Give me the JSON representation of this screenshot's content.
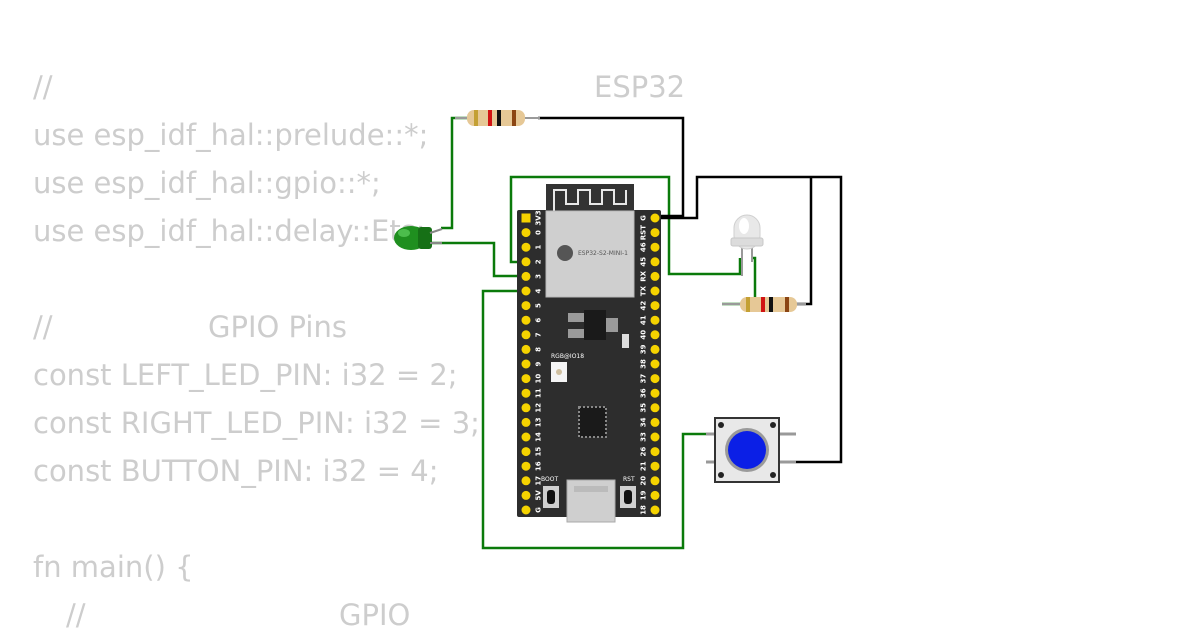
{
  "code": {
    "line1_comment": "//",
    "line1_text": "ESP32",
    "line2": "use esp_idf_hal::prelude::*;",
    "line3": "use esp_idf_hal::gpio::*;",
    "line4": "use esp_idf_hal::delay::Ets;",
    "line5_comment": "//",
    "line5_text": "GPIO Pins",
    "line6": "const LEFT_LED_PIN: i32 = 2;",
    "line7": "const RIGHT_LED_PIN: i32 = 3;",
    "line8": "const BUTTON_PIN: i32 = 4;",
    "line9": "fn main() {",
    "line10_comment": "//",
    "line10_text": "GPIO"
  },
  "board": {
    "module_label": "ESP32-S2-MINI-1",
    "rgb_label": "RGB@IO18",
    "boot_label": "BOOT",
    "rst_label": "RST",
    "left_pins": [
      "3V3",
      "0",
      "1",
      "2",
      "3",
      "4",
      "5",
      "6",
      "7",
      "8",
      "9",
      "10",
      "11",
      "12",
      "13",
      "14",
      "15",
      "16",
      "17",
      "5V",
      "G"
    ],
    "right_pins": [
      "G",
      "RST",
      "46",
      "45",
      "RX",
      "TX",
      "42",
      "41",
      "40",
      "39",
      "38",
      "37",
      "36",
      "35",
      "34",
      "33",
      "26",
      "21",
      "20",
      "19",
      "18"
    ]
  },
  "components": {
    "led_left_color": "#1f8f1f",
    "led_right_color": "#e8e8e8",
    "button_color": "#0b1fe6",
    "wire_green": "#0a7a0a",
    "wire_black": "#000000"
  }
}
